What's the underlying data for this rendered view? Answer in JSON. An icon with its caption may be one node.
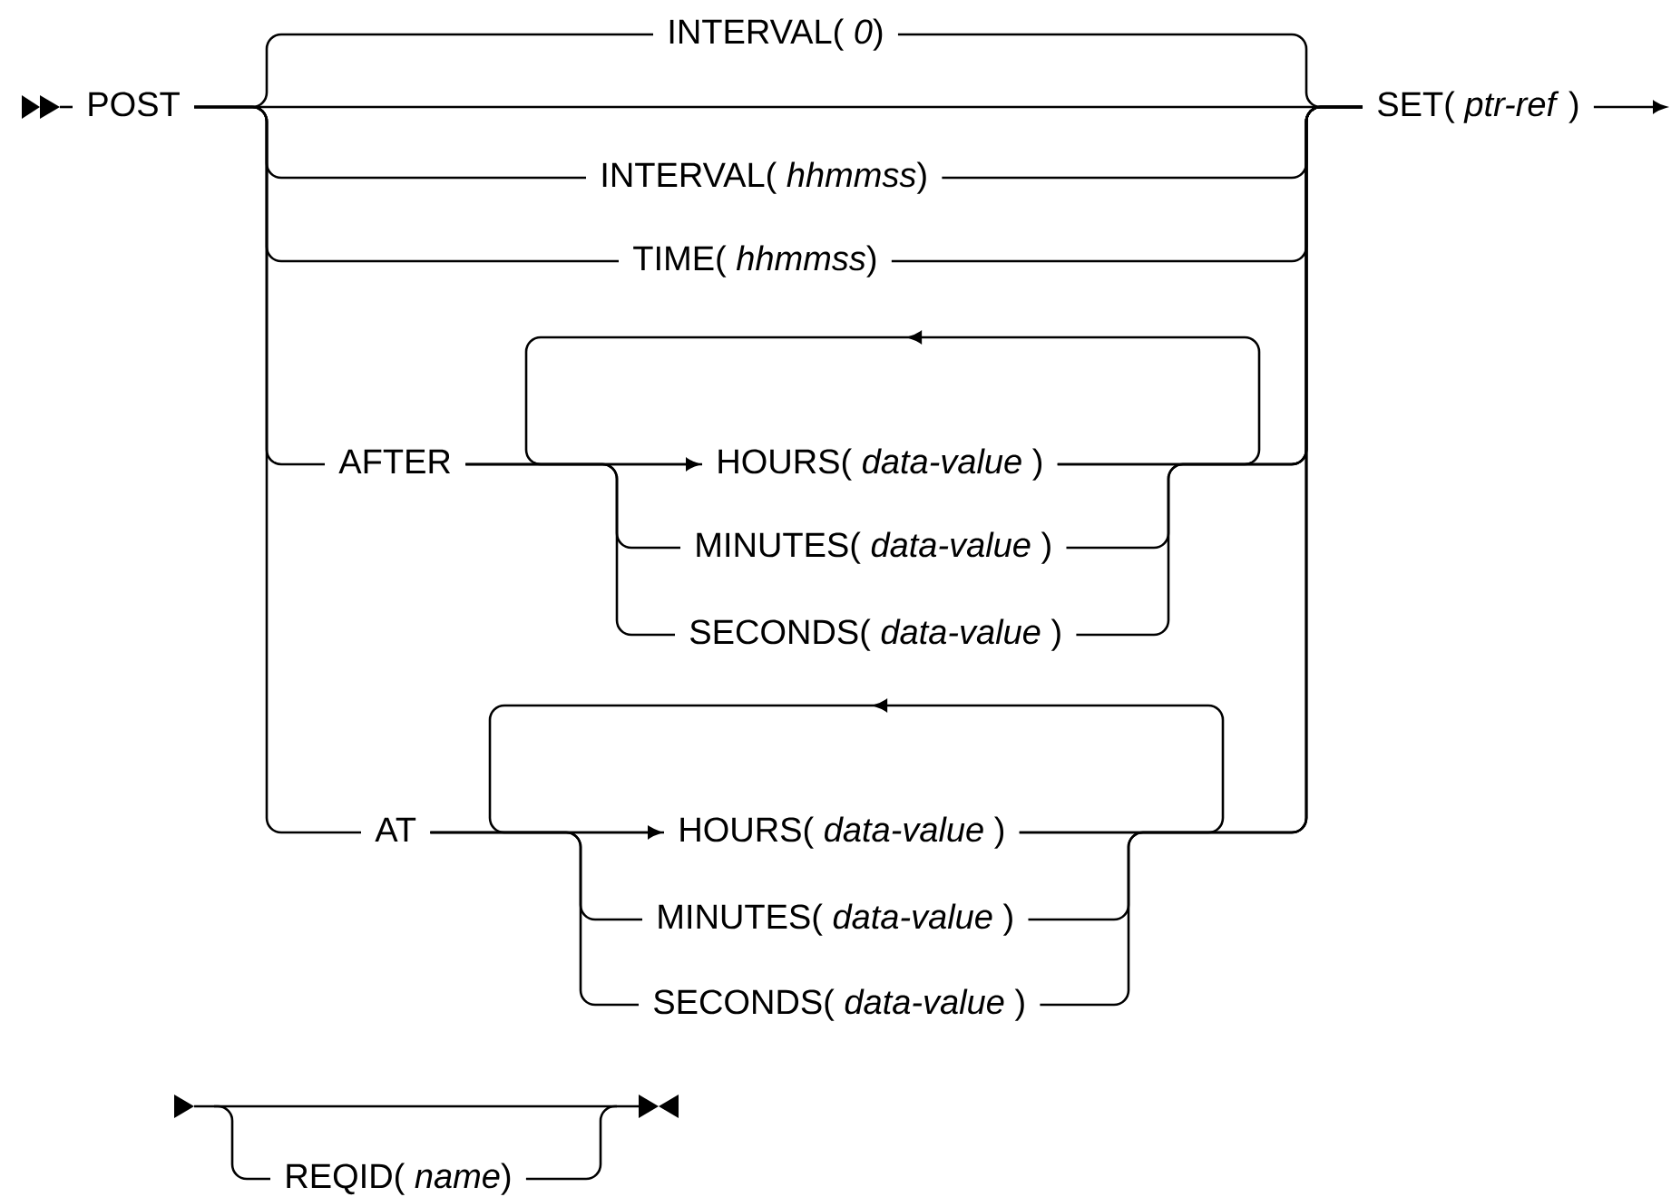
{
  "diagram": {
    "nodes": [
      {
        "text": [
          "POST"
        ]
      },
      {
        "text": [
          "INTERVAL( *0*)"
        ]
      },
      {
        "text": [
          "INTERVAL( *hhmmss*)"
        ]
      },
      {
        "text": [
          "TIME( *hhmmss*)"
        ]
      },
      {
        "text": [
          "AFTER"
        ]
      },
      {
        "text": [
          "HOURS( *data-value* )"
        ]
      },
      {
        "text": [
          "MINUTES( *data-value* )"
        ]
      },
      {
        "text": [
          "SECONDS( *data-value* )"
        ]
      },
      {
        "text": [
          "AT"
        ]
      },
      {
        "text": [
          "HOURS( *data-value* )"
        ]
      },
      {
        "text": [
          "MINUTES( *data-value* )"
        ]
      },
      {
        "text": [
          "SECONDS( *data-value* )"
        ]
      },
      {
        "text": [
          "SET( *ptr-ref* )"
        ]
      },
      {
        "text": [
          "REQID( *name*)"
        ]
      }
    ],
    "edges": [
      {
        "from": 0,
        "to": 1,
        "arrow": "none"
      },
      {
        "from": 0,
        "to": 12,
        "arrow": "none"
      },
      {
        "from": 0,
        "to": 2,
        "arrow": "none"
      },
      {
        "from": 0,
        "to": 3,
        "arrow": "none"
      },
      {
        "from": 0,
        "to": 4,
        "arrow": "none"
      },
      {
        "from": 0,
        "to": 8,
        "arrow": "none"
      },
      {
        "from": 1,
        "to": 12,
        "arrow": "none"
      },
      {
        "from": 2,
        "to": 12,
        "arrow": "none"
      },
      {
        "from": 3,
        "to": 12,
        "arrow": "none"
      },
      {
        "from": 4,
        "to": 5,
        "arrow": "none"
      },
      {
        "from": 4,
        "to": 6,
        "arrow": "none"
      },
      {
        "from": 4,
        "to": 7,
        "arrow": "none"
      },
      {
        "from": 5,
        "to": 12,
        "arrow": "none"
      },
      {
        "from": 6,
        "to": 12,
        "arrow": "none"
      },
      {
        "from": 7,
        "to": 12,
        "arrow": "none"
      },
      {
        "from": 5,
        "to": 5,
        "arrow": "to"
      },
      {
        "from": 8,
        "to": 9,
        "arrow": "none"
      },
      {
        "from": 8,
        "to": 10,
        "arrow": "none"
      },
      {
        "from": 8,
        "to": 11,
        "arrow": "none"
      },
      {
        "from": 9,
        "to": 12,
        "arrow": "none"
      },
      {
        "from": 10,
        "to": 12,
        "arrow": "none"
      },
      {
        "from": 11,
        "to": 12,
        "arrow": "none"
      },
      {
        "from": 9,
        "to": 9,
        "arrow": "to"
      },
      {
        "from": 12,
        "to": null,
        "arrow": "to"
      },
      {
        "from": null,
        "to": 13,
        "arrow": "none"
      },
      {
        "from": 13,
        "to": null,
        "arrow": "none"
      }
    ]
  }
}
